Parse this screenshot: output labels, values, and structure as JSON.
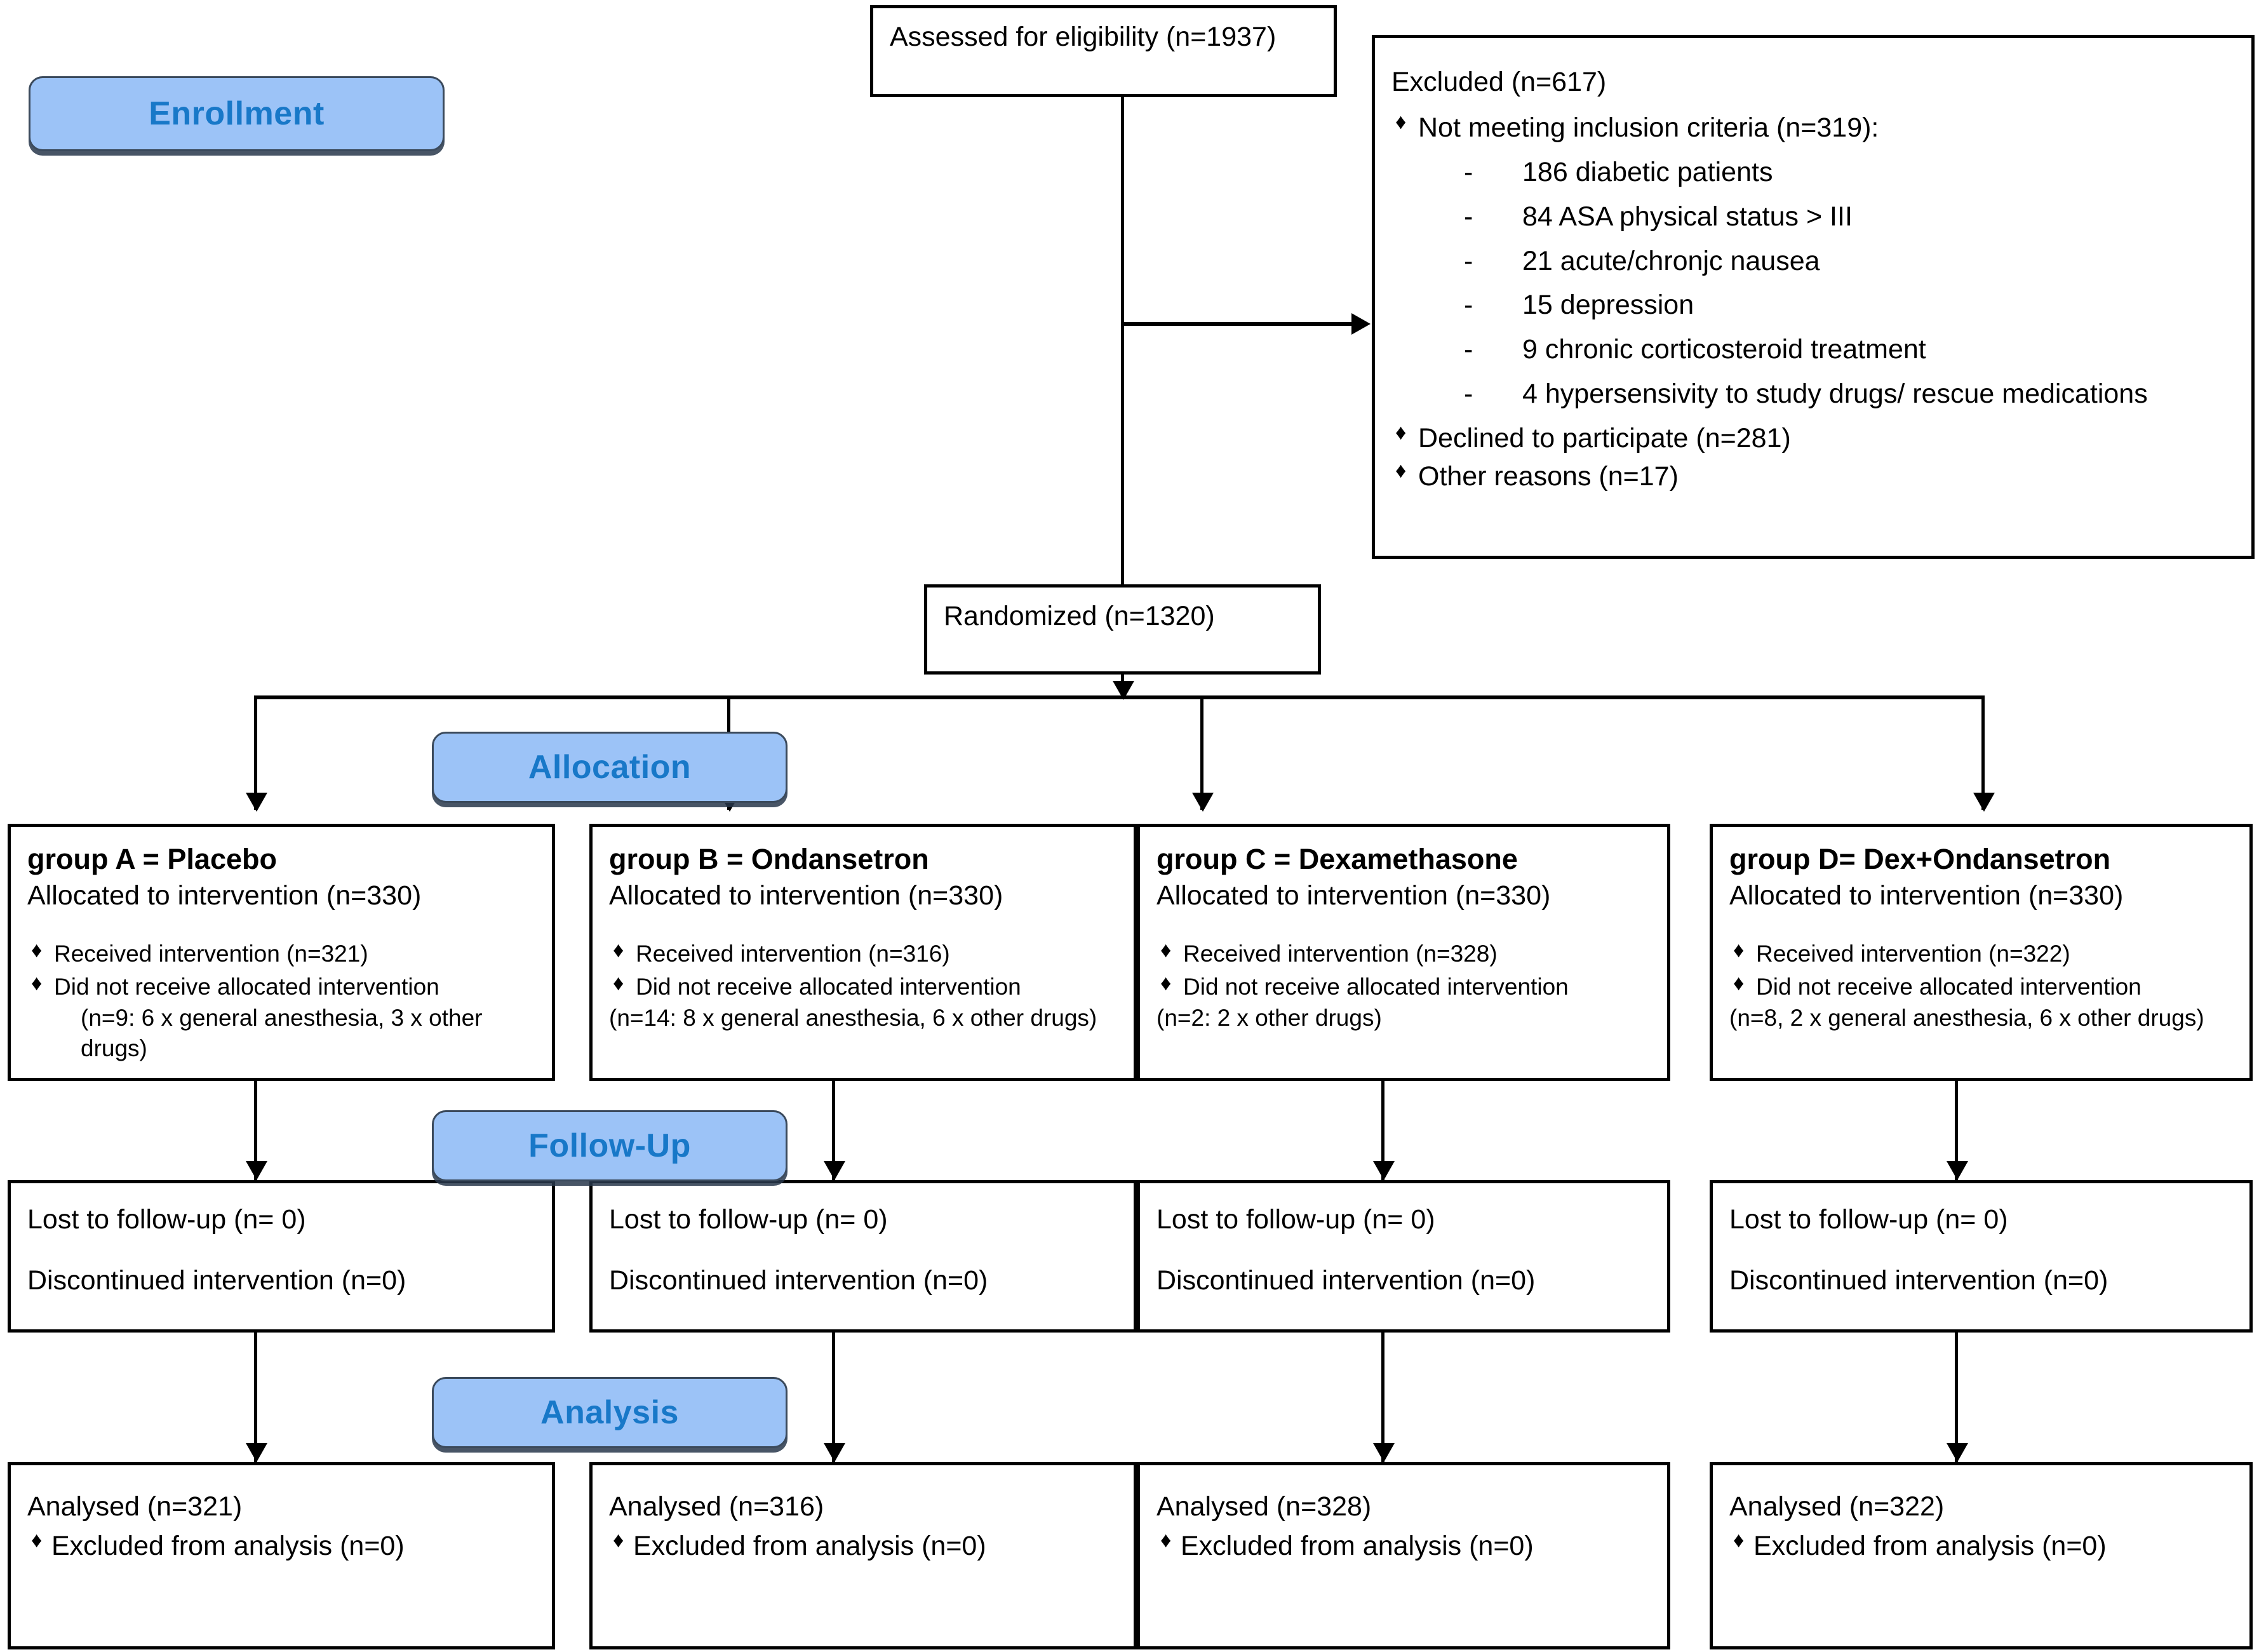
{
  "diagram": {
    "title": "CONSORT participant flow diagram",
    "accent_badge_fill": "#9CC3F7",
    "accent_badge_text": "#1878C8",
    "line_color": "#000000",
    "box_border_color": "#000000",
    "background": "#FFFFFF"
  },
  "stages": {
    "enrollment": "Enrollment",
    "allocation": "Allocation",
    "followup": "Follow-Up",
    "analysis": "Analysis"
  },
  "enrollment": {
    "assessed": "Assessed for eligibility (n=1937)",
    "randomized": "Randomized (n=1320)",
    "excluded": {
      "heading": "Excluded  (n=617)",
      "not_meeting": "Not meeting inclusion criteria (n=319):",
      "reasons": [
        "186 diabetic patients",
        "84 ASA physical status > III",
        "21 acute/chronjc nausea",
        "15 depression",
        "9 chronic corticosteroid treatment",
        "4 hypersensivity to study drugs/ rescue medications"
      ],
      "declined": "Declined to participate (n=281)",
      "other": "Other reasons (n=17)"
    }
  },
  "allocation": [
    {
      "group_title": "group A = Placebo",
      "allocated": "Allocated to intervention (n=330)",
      "received": "Received intervention (n=321)",
      "not_received": "Did not receive allocated intervention",
      "not_received_detail": "(n=9: 6 x general anesthesia, 3 x other drugs)"
    },
    {
      "group_title": "group B = Ondansetron",
      "allocated": "Allocated to intervention (n=330)",
      "received": "Received intervention (n=316)",
      "not_received": "Did not receive allocated intervention",
      "not_received_detail": "(n=14: 8 x general anesthesia, 6 x other drugs)"
    },
    {
      "group_title": "group C = Dexamethasone",
      "allocated": "Allocated to intervention (n=330)",
      "received": "Received intervention (n=328)",
      "not_received": "Did not receive allocated intervention",
      "not_received_detail": "(n=2: 2 x other drugs)"
    },
    {
      "group_title": "group D= Dex+Ondansetron",
      "allocated": "Allocated to intervention (n=330)",
      "received": "Received intervention (n=322)",
      "not_received": "Did not receive allocated intervention",
      "not_received_detail": "(n=8, 2 x general anesthesia, 6 x other drugs)"
    }
  ],
  "followup": [
    {
      "lost": "Lost to follow-up (n= 0)",
      "discontinued": "Discontinued intervention (n=0)"
    },
    {
      "lost": "Lost to follow-up (n= 0)",
      "discontinued": "Discontinued intervention (n=0)"
    },
    {
      "lost": "Lost to follow-up (n= 0)",
      "discontinued": "Discontinued intervention (n=0)"
    },
    {
      "lost": "Lost to follow-up (n= 0)",
      "discontinued": "Discontinued intervention (n=0)"
    }
  ],
  "analysis": [
    {
      "analysed": "Analysed  (n=321)",
      "excluded": "Excluded from analysis (n=0)"
    },
    {
      "analysed": "Analysed  (n=316)",
      "excluded": "Excluded from analysis (n=0)"
    },
    {
      "analysed": "Analysed  (n=328)",
      "excluded": "Excluded from analysis (n=0)"
    },
    {
      "analysed": "Analysed  (n=322)",
      "excluded": "Excluded from analysis (n=0)"
    }
  ]
}
